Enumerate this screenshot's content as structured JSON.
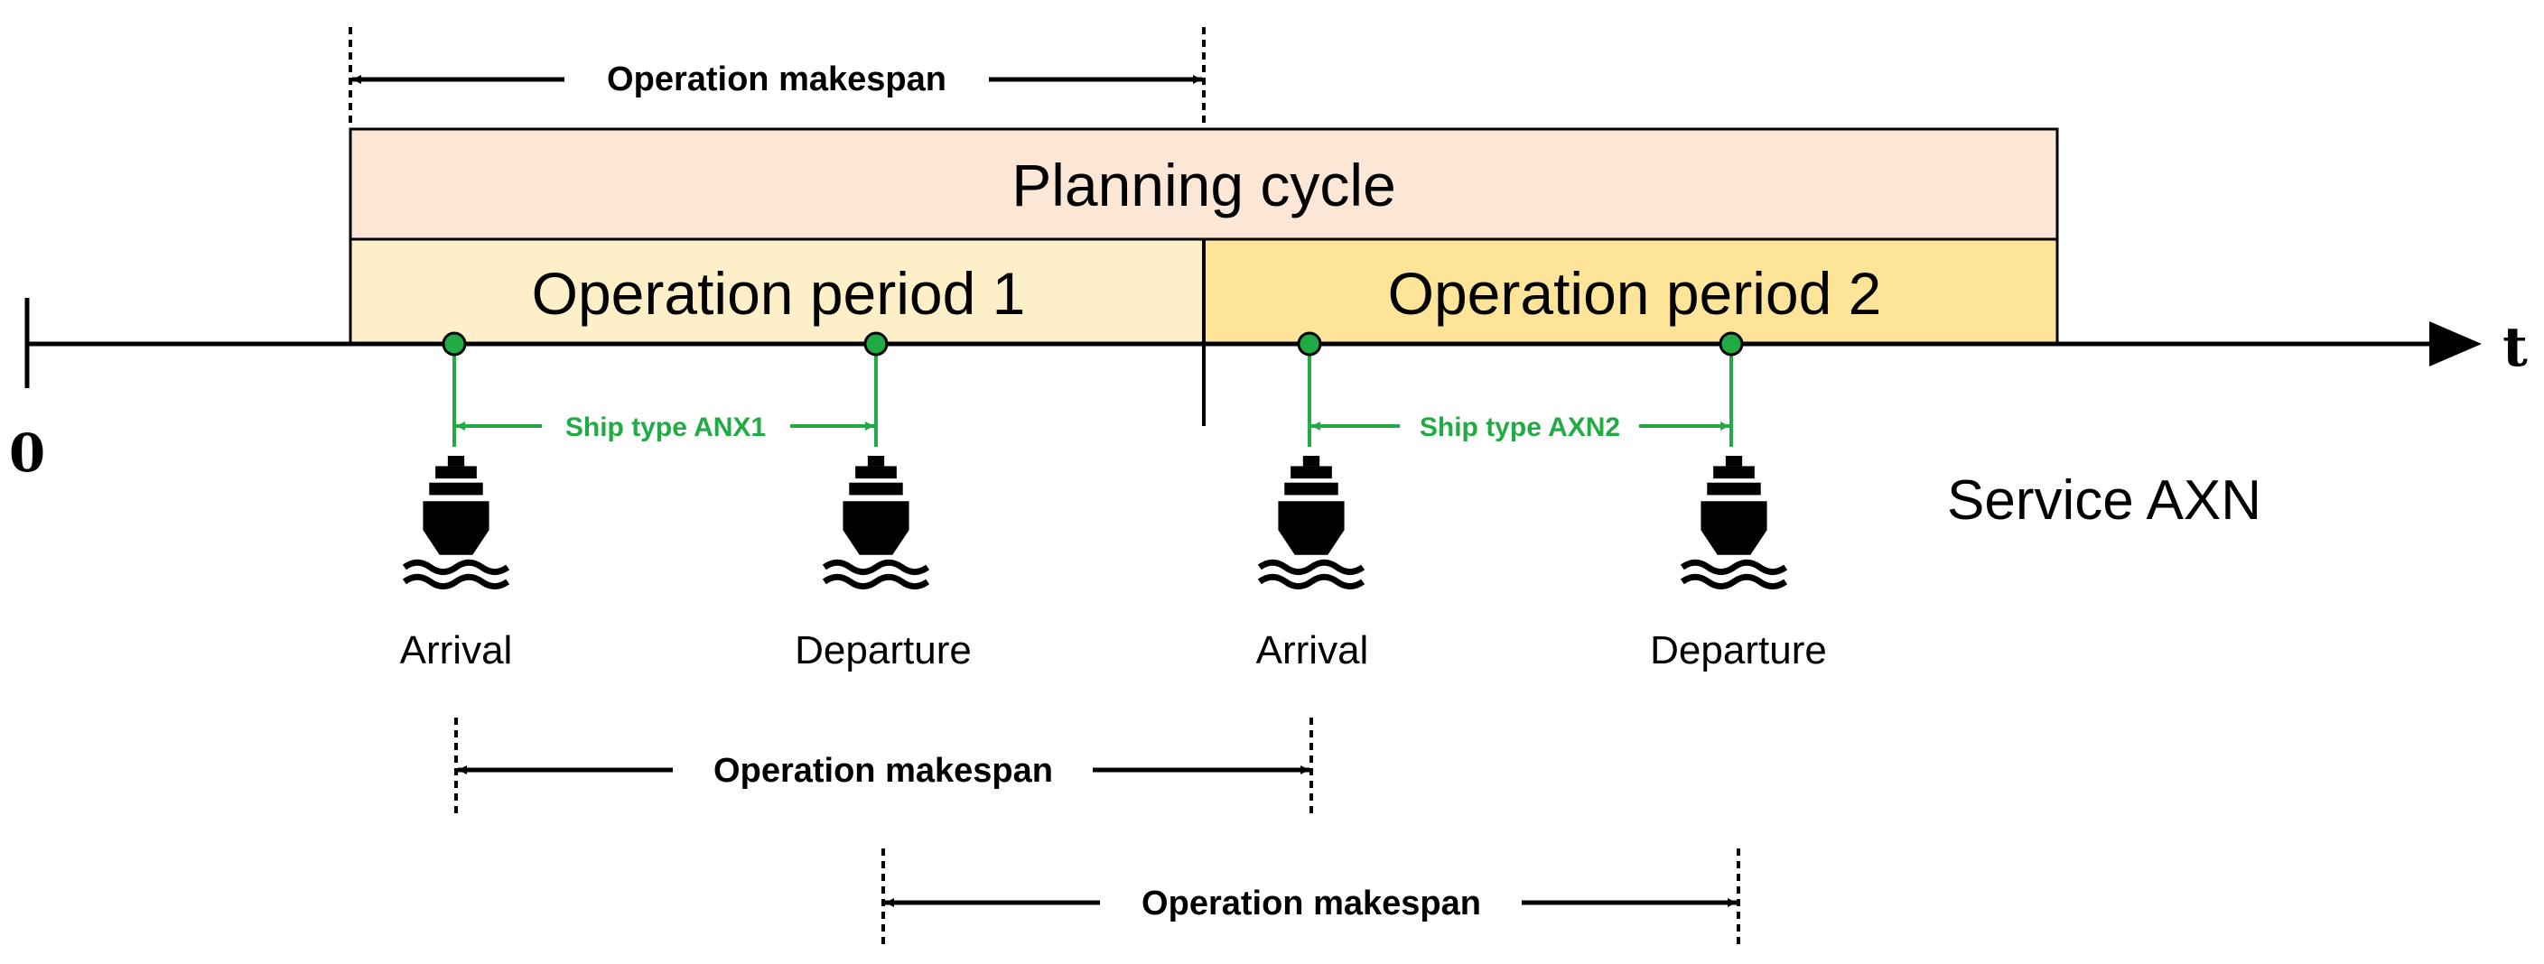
{
  "top_makespan": {
    "label": "Operation makespan"
  },
  "planning_cycle": {
    "label": "Planning cycle"
  },
  "periods": [
    {
      "label": "Operation period 1"
    },
    {
      "label": "Operation period 2"
    }
  ],
  "axis": {
    "origin_label": "0",
    "end_label": "t"
  },
  "ship_types": [
    {
      "label": "Ship type ANX1"
    },
    {
      "label": "Ship type AXN2"
    }
  ],
  "service": {
    "label": "Service AXN"
  },
  "events": [
    {
      "label": "Arrival"
    },
    {
      "label": "Departure"
    },
    {
      "label": "Arrival"
    },
    {
      "label": "Departure"
    }
  ],
  "bottom_makespans": [
    {
      "label": "Operation makespan"
    },
    {
      "label": "Operation makespan"
    }
  ],
  "colors": {
    "planning_cycle_fill": "#fce6d6",
    "period1_fill": "#fdf0c8",
    "period2_fill": "#fde498",
    "event_dot": "#22aa44",
    "ship_type_line": "#22aa44",
    "ship_type_text": "#22aa44",
    "ship_icon": "#000000",
    "axis": "#000000"
  },
  "icons": [
    "ship-icon"
  ]
}
